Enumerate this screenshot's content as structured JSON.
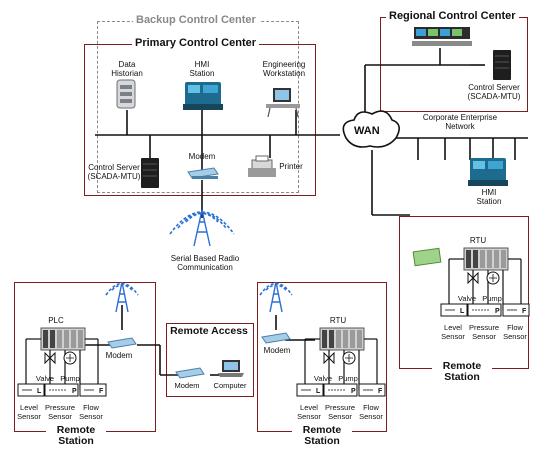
{
  "titles": {
    "backup": "Backup Control Center",
    "primary": "Primary Control Center",
    "regional": "Regional Control Center",
    "remote_access": "Remote Access",
    "remote_station": "Remote Station"
  },
  "primary": {
    "data_historian": "Data Historian",
    "hmi_station": "HMI Station",
    "engineering_workstation": "Engineering Workstation",
    "control_server": "Control Server (SCADA-MTU)",
    "modem": "Modem",
    "printer": "Printer"
  },
  "regional": {
    "control_server": "Control Server (SCADA-MTU)"
  },
  "wan": "WAN",
  "corporate": {
    "network": "Corporate Enterprise Network",
    "hmi_station": "HMI Station"
  },
  "radio": "Serial Based Radio Communication",
  "remote_access": {
    "modem": "Modem",
    "computer": "Computer"
  },
  "station": {
    "plc": "PLC",
    "rtu": "RTU",
    "modem": "Modem",
    "valve": "Valve",
    "pump": "Pump",
    "level_sensor": "Level Sensor",
    "pressure_sensor": "Pressure Sensor",
    "flow_sensor": "Flow Sensor",
    "sensor_letters": [
      "L",
      "P",
      "F"
    ]
  },
  "colors": {
    "box_border": "#7a1e1e",
    "dashed_border": "#8a8a8a",
    "line": "#111111"
  }
}
